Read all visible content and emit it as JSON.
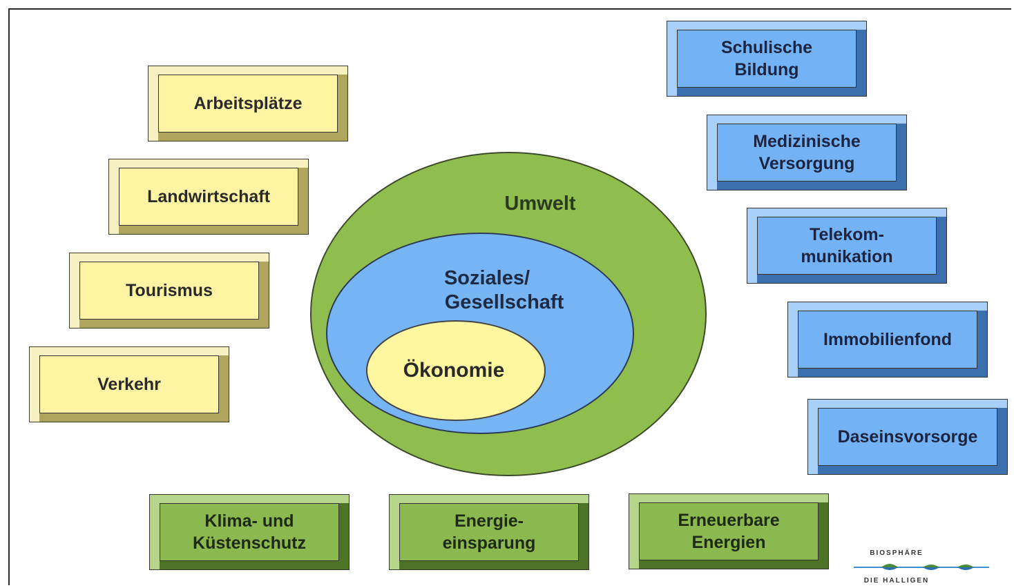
{
  "left_boxes": [
    {
      "label": "Arbeitsplätze"
    },
    {
      "label": "Landwirtschaft"
    },
    {
      "label": "Tourismus"
    },
    {
      "label": "Verkehr"
    }
  ],
  "right_boxes": [
    {
      "label": "Schulische\nBildung"
    },
    {
      "label": "Medizinische\nVersorgung"
    },
    {
      "label": "Telekom-\nmunikation"
    },
    {
      "label": "Immobilienfond"
    },
    {
      "label": "Daseinsvorsorge"
    }
  ],
  "bottom_boxes": [
    {
      "label": "Klima- und\nKüstenschutz"
    },
    {
      "label": "Energie-\neinsparung"
    },
    {
      "label": "Erneuerbare\nEnergien"
    }
  ],
  "center": {
    "outer_label": "Umwelt",
    "middle_label_1": "Soziales/",
    "middle_label_2": "Gesellschaft",
    "inner_label": "Ökonomie"
  },
  "logo": {
    "top_text": "BIOSPHÄRE",
    "bottom_text": "DIE HALLIGEN"
  },
  "colors": {
    "yellow": "#fff4a3",
    "blue": "#73b3f5",
    "green": "#8bb84f",
    "outer_ellipse": "#8fbe4f",
    "middle_ellipse": "#76b4f3",
    "inner_ellipse": "#fff6a0"
  }
}
